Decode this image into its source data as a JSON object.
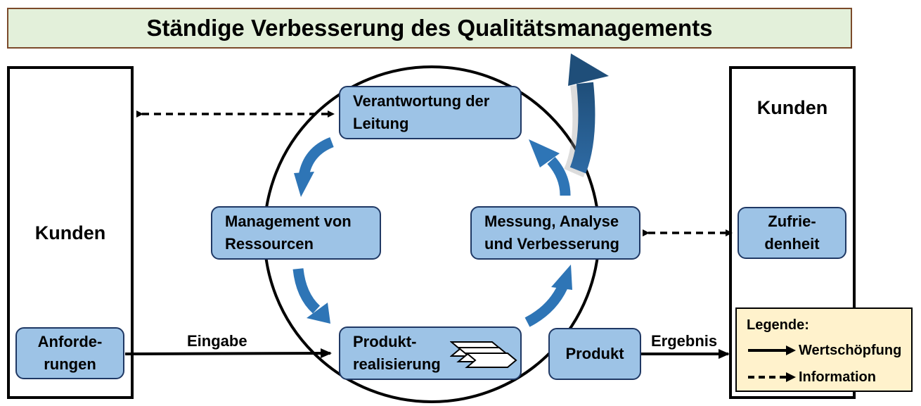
{
  "title": "Ständige Verbesserung des Qualitätsmanagements",
  "left_column": {
    "label": "Kunden",
    "box": [
      "Anforde-",
      "rungen"
    ]
  },
  "right_column": {
    "label": "Kunden",
    "box": [
      "Zufrie-",
      "denheit"
    ]
  },
  "process": {
    "leadership": [
      "Verantwortung der",
      "Leitung"
    ],
    "resources": [
      "Management von",
      "Ressourcen"
    ],
    "realization": [
      "Produkt-",
      "realisierung"
    ],
    "measurement": [
      "Messung, Analyse",
      "und Verbesserung"
    ]
  },
  "product": "Produkt",
  "flow_labels": {
    "input": "Eingabe",
    "output": "Ergebnis"
  },
  "legend": {
    "title": "Legende:",
    "value_chain": "Wertschöpfung",
    "information": "Information"
  },
  "colors": {
    "box_fill": "#9dc3e6",
    "cycle_arrow": "#2e75b6",
    "improvement_arrow": "#1f4e79",
    "title_fill": "#e3f0da",
    "legend_fill": "#fff2cc"
  }
}
